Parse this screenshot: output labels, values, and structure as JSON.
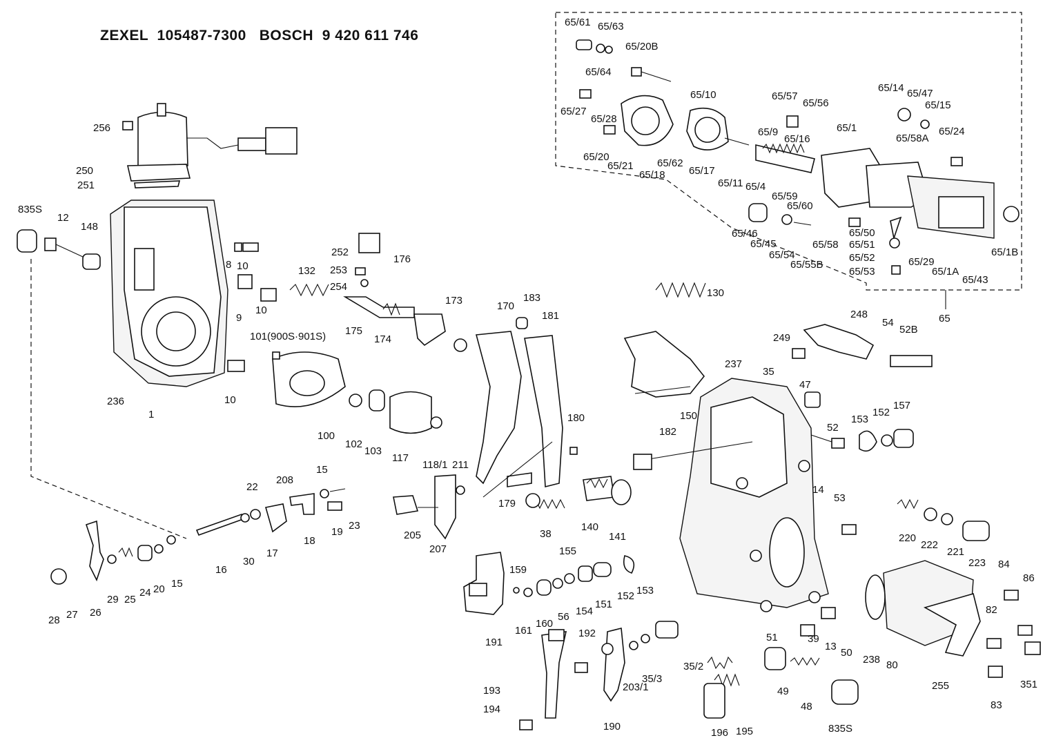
{
  "header": {
    "title": "ZEXEL  105487-7300   BOSCH  9 420 611 746"
  },
  "labels": [
    {
      "id": "65/61",
      "text": "65/61"
    },
    {
      "id": "65/63",
      "text": "65/63"
    },
    {
      "id": "65/64",
      "text": "65/64"
    },
    {
      "id": "65/20B",
      "text": "65/20B"
    },
    {
      "id": "65/27",
      "text": "65/27"
    },
    {
      "id": "65/28",
      "text": "65/28"
    },
    {
      "id": "65/20",
      "text": "65/20"
    },
    {
      "id": "65/21",
      "text": "65/21"
    },
    {
      "id": "65/18",
      "text": "65/18"
    },
    {
      "id": "65/62",
      "text": "65/62"
    },
    {
      "id": "65/10",
      "text": "65/10"
    },
    {
      "id": "65/17",
      "text": "65/17"
    },
    {
      "id": "65/11",
      "text": "65/11"
    },
    {
      "id": "65/57",
      "text": "65/57"
    },
    {
      "id": "65/56",
      "text": "65/56"
    },
    {
      "id": "65/9",
      "text": "65/9"
    },
    {
      "id": "65/16",
      "text": "65/16"
    },
    {
      "id": "65/4",
      "text": "65/4"
    },
    {
      "id": "65/59",
      "text": "65/59"
    },
    {
      "id": "65/60",
      "text": "65/60"
    },
    {
      "id": "65/46",
      "text": "65/46"
    },
    {
      "id": "65/45",
      "text": "65/45"
    },
    {
      "id": "65/54",
      "text": "65/54"
    },
    {
      "id": "65/55B",
      "text": "65/55B"
    },
    {
      "id": "65/1",
      "text": "65/1"
    },
    {
      "id": "65/14",
      "text": "65/14"
    },
    {
      "id": "65/47",
      "text": "65/47"
    },
    {
      "id": "65/15",
      "text": "65/15"
    },
    {
      "id": "65/58A",
      "text": "65/58A"
    },
    {
      "id": "65/24",
      "text": "65/24"
    },
    {
      "id": "65/58",
      "text": "65/58"
    },
    {
      "id": "65/50",
      "text": "65/50"
    },
    {
      "id": "65/51",
      "text": "65/51"
    },
    {
      "id": "65/52",
      "text": "65/52"
    },
    {
      "id": "65/53",
      "text": "65/53"
    },
    {
      "id": "65/29",
      "text": "65/29"
    },
    {
      "id": "65/1A",
      "text": "65/1A"
    },
    {
      "id": "65/43",
      "text": "65/43"
    },
    {
      "id": "65/1B",
      "text": "65/1B"
    },
    {
      "id": "65",
      "text": "65"
    },
    {
      "id": "256",
      "text": "256"
    },
    {
      "id": "250",
      "text": "250"
    },
    {
      "id": "251",
      "text": "251"
    },
    {
      "id": "835S_a",
      "text": "835S"
    },
    {
      "id": "12",
      "text": "12"
    },
    {
      "id": "148",
      "text": "148"
    },
    {
      "id": "8",
      "text": "8"
    },
    {
      "id": "10_a",
      "text": "10"
    },
    {
      "id": "9",
      "text": "9"
    },
    {
      "id": "10_b",
      "text": "10"
    },
    {
      "id": "236",
      "text": "236"
    },
    {
      "id": "1",
      "text": "1"
    },
    {
      "id": "10_c",
      "text": "10"
    },
    {
      "id": "132",
      "text": "132"
    },
    {
      "id": "252",
      "text": "252"
    },
    {
      "id": "253",
      "text": "253"
    },
    {
      "id": "254",
      "text": "254"
    },
    {
      "id": "176",
      "text": "176"
    },
    {
      "id": "173",
      "text": "173"
    },
    {
      "id": "175",
      "text": "175"
    },
    {
      "id": "174",
      "text": "174"
    },
    {
      "id": "101",
      "text": "101(900S·901S)"
    },
    {
      "id": "100",
      "text": "100"
    },
    {
      "id": "102",
      "text": "102"
    },
    {
      "id": "103",
      "text": "103"
    },
    {
      "id": "117",
      "text": "117"
    },
    {
      "id": "118/1",
      "text": "118/1"
    },
    {
      "id": "170",
      "text": "170"
    },
    {
      "id": "183",
      "text": "183"
    },
    {
      "id": "181",
      "text": "181"
    },
    {
      "id": "180",
      "text": "180"
    },
    {
      "id": "130",
      "text": "130"
    },
    {
      "id": "150",
      "text": "150"
    },
    {
      "id": "237",
      "text": "237"
    },
    {
      "id": "35",
      "text": "35"
    },
    {
      "id": "47",
      "text": "47"
    },
    {
      "id": "249",
      "text": "249"
    },
    {
      "id": "248",
      "text": "248"
    },
    {
      "id": "54",
      "text": "54"
    },
    {
      "id": "52B",
      "text": "52B"
    },
    {
      "id": "182",
      "text": "182"
    },
    {
      "id": "52",
      "text": "52"
    },
    {
      "id": "153_a",
      "text": "153"
    },
    {
      "id": "152_a",
      "text": "152"
    },
    {
      "id": "157",
      "text": "157"
    },
    {
      "id": "22",
      "text": "22"
    },
    {
      "id": "208",
      "text": "208"
    },
    {
      "id": "15_a",
      "text": "15"
    },
    {
      "id": "23",
      "text": "23"
    },
    {
      "id": "18",
      "text": "18"
    },
    {
      "id": "19",
      "text": "19"
    },
    {
      "id": "17",
      "text": "17"
    },
    {
      "id": "30",
      "text": "30"
    },
    {
      "id": "16",
      "text": "16"
    },
    {
      "id": "211",
      "text": "211"
    },
    {
      "id": "205",
      "text": "205"
    },
    {
      "id": "207",
      "text": "207"
    },
    {
      "id": "179",
      "text": "179"
    },
    {
      "id": "38",
      "text": "38"
    },
    {
      "id": "140",
      "text": "140"
    },
    {
      "id": "141",
      "text": "141"
    },
    {
      "id": "14",
      "text": "14"
    },
    {
      "id": "53",
      "text": "53"
    },
    {
      "id": "220",
      "text": "220"
    },
    {
      "id": "222",
      "text": "222"
    },
    {
      "id": "221",
      "text": "221"
    },
    {
      "id": "223",
      "text": "223"
    },
    {
      "id": "28",
      "text": "28"
    },
    {
      "id": "27",
      "text": "27"
    },
    {
      "id": "26",
      "text": "26"
    },
    {
      "id": "29",
      "text": "29"
    },
    {
      "id": "25",
      "text": "25"
    },
    {
      "id": "24",
      "text": "24"
    },
    {
      "id": "20",
      "text": "20"
    },
    {
      "id": "15_b",
      "text": "15"
    },
    {
      "id": "159",
      "text": "159"
    },
    {
      "id": "155",
      "text": "155"
    },
    {
      "id": "191",
      "text": "191"
    },
    {
      "id": "161",
      "text": "161"
    },
    {
      "id": "160",
      "text": "160"
    },
    {
      "id": "56",
      "text": "56"
    },
    {
      "id": "154",
      "text": "154"
    },
    {
      "id": "151",
      "text": "151"
    },
    {
      "id": "152_b",
      "text": "152"
    },
    {
      "id": "153_b",
      "text": "153"
    },
    {
      "id": "51",
      "text": "51"
    },
    {
      "id": "39",
      "text": "39"
    },
    {
      "id": "13",
      "text": "13"
    },
    {
      "id": "50",
      "text": "50"
    },
    {
      "id": "238",
      "text": "238"
    },
    {
      "id": "80",
      "text": "80"
    },
    {
      "id": "84",
      "text": "84"
    },
    {
      "id": "86",
      "text": "86"
    },
    {
      "id": "82",
      "text": "82"
    },
    {
      "id": "351",
      "text": "351"
    },
    {
      "id": "255",
      "text": "255"
    },
    {
      "id": "83",
      "text": "83"
    },
    {
      "id": "192",
      "text": "192"
    },
    {
      "id": "193",
      "text": "193"
    },
    {
      "id": "194",
      "text": "194"
    },
    {
      "id": "190",
      "text": "190"
    },
    {
      "id": "203/1",
      "text": "203/1"
    },
    {
      "id": "35/3",
      "text": "35/3"
    },
    {
      "id": "35/2",
      "text": "35/2"
    },
    {
      "id": "196",
      "text": "196"
    },
    {
      "id": "195",
      "text": "195"
    },
    {
      "id": "49",
      "text": "49"
    },
    {
      "id": "48",
      "text": "48"
    },
    {
      "id": "835S_b",
      "text": "835S"
    }
  ]
}
